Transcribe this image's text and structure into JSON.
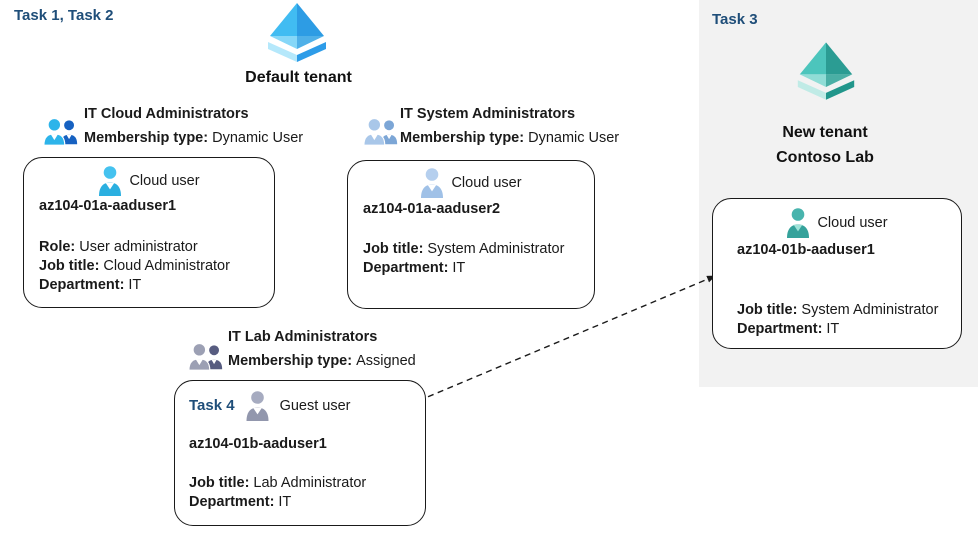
{
  "labels": {
    "task_1_2": "Task 1, Task 2",
    "task_3": "Task 3",
    "task_4": "Task 4"
  },
  "default_tenant": {
    "title": "Default tenant",
    "groups": [
      {
        "title": "IT Cloud Administrators",
        "membership_label": "Membership type:",
        "membership_value": "Dynamic User"
      },
      {
        "title": "IT System Administrators",
        "membership_label": "Membership type:",
        "membership_value": "Dynamic User"
      },
      {
        "title": "IT Lab Administrators",
        "membership_label": "Membership type:",
        "membership_value": "Assigned"
      }
    ]
  },
  "new_tenant": {
    "title_line1": "New tenant",
    "title_line2": "Contoso Lab"
  },
  "cards": {
    "cloud_user_1": {
      "type_label": "Cloud user",
      "name": "az104-01a-aaduser1",
      "details": [
        {
          "label": "Role:",
          "value": "User administrator"
        },
        {
          "label": "Job title:",
          "value": "Cloud Administrator"
        },
        {
          "label": "Department:",
          "value": "IT"
        }
      ]
    },
    "cloud_user_2": {
      "type_label": "Cloud user",
      "name": "az104-01a-aaduser2",
      "details": [
        {
          "label": "Job title:",
          "value": "System Administrator"
        },
        {
          "label": "Department:",
          "value": "IT"
        }
      ]
    },
    "guest_user": {
      "task_label": "Task 4",
      "type_label": "Guest user",
      "name": "az104-01b-aaduser1",
      "details": [
        {
          "label": "Job title:",
          "value": "Lab Administrator"
        },
        {
          "label": "Department:",
          "value": "IT"
        }
      ]
    },
    "new_tenant_user": {
      "type_label": "Cloud user",
      "name": "az104-01b-aaduser1",
      "details": [
        {
          "label": "Job title:",
          "value": "System Administrator"
        },
        {
          "label": "Department:",
          "value": "IT"
        }
      ]
    }
  },
  "icons": {
    "default_tenant": "azure-ad-tenant-icon",
    "new_tenant": "azure-ad-tenant-icon-teal",
    "groups": [
      "group-users-icon-blue",
      "group-users-icon-steel",
      "group-users-icon-gray"
    ],
    "users": [
      "cloud-user-icon-blue",
      "cloud-user-icon-steel",
      "guest-user-icon-gray",
      "cloud-user-icon-teal"
    ],
    "arrow": "dashed-invite-arrow"
  },
  "colors": {
    "task_label": "#1f4e79",
    "panel_bg": "#f2f2f2",
    "text": "#1a1a1a",
    "tenant_icon_blue": [
      "#41bcf2",
      "#2d9ce4",
      "#86d7f8",
      "#4fb0e8",
      "#b5e8fb",
      "#2d9ce8"
    ],
    "tenant_icon_teal": [
      "#4cc5bc",
      "#2b9c93",
      "#90ddd6",
      "#4aafa5",
      "#c0ebe6",
      "#21968b"
    ],
    "group1_icon": [
      "#2db4ea",
      "#1661c1"
    ],
    "group2_icon": [
      "#a9c7e9",
      "#7ca6d6"
    ],
    "group3_icon": [
      "#9ca0b4",
      "#575c80"
    ],
    "user_blue": "#30b5e8",
    "user_steel": "#a6c6ea",
    "user_gray": "#989db2",
    "user_teal": "#3aa8a1"
  }
}
